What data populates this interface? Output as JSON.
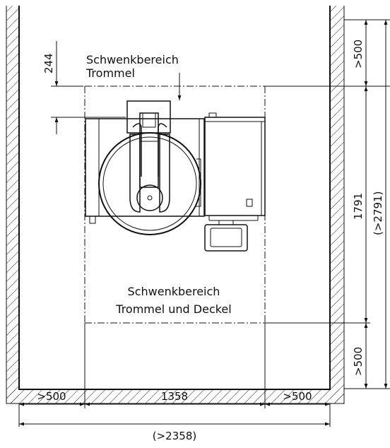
{
  "dimensions": {
    "swing_drum_depth": "244",
    "top_clearance": ">500",
    "swing_area_depth": "1791",
    "total_depth": "(>2791)",
    "bottom_clearance": ">500",
    "left_clearance": ">500",
    "machine_width": "1358",
    "right_clearance": ">500",
    "total_width": "(>2358)"
  },
  "labels": {
    "drum_swing_line1": "Schwenkbereich",
    "drum_swing_line2": "Trommel",
    "drum_lid_swing_line1": "Schwenkbereich",
    "drum_lid_swing_line2": "Trommel und Deckel"
  }
}
